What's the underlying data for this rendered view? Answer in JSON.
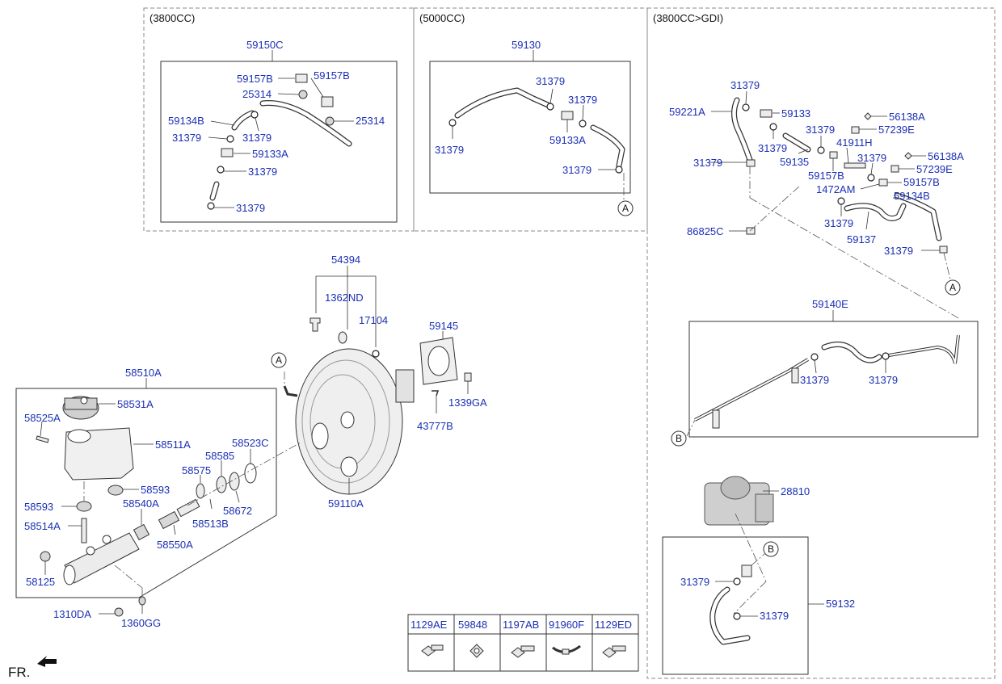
{
  "sections": {
    "s3800": "(3800CC)",
    "s5000": "(5000CC)",
    "sgdi": "(3800CC>GDI)"
  },
  "fr_label": "FR.",
  "ref_markers": {
    "a": "A",
    "b": "B"
  },
  "labels": {
    "p59150C": "59150C",
    "p59157B_a": "59157B",
    "p59157B_b": "59157B",
    "p25314_a": "25314",
    "p25314_b": "25314",
    "p59134B_a": "59134B",
    "p31379_a1": "31379",
    "p31379_a2": "31379",
    "p59133A_a": "59133A",
    "p31379_a3": "31379",
    "p31379_a4": "31379",
    "p59130": "59130",
    "p31379_b1": "31379",
    "p31379_b2": "31379",
    "p31379_b3": "31379",
    "p59133A_b": "59133A",
    "p31379_b4": "31379",
    "p31379_c1": "31379",
    "p59221A": "59221A",
    "p59133": "59133",
    "p56138A_a": "56138A",
    "p57239E_a": "57239E",
    "p31379_c2": "31379",
    "p31379_c3": "31379",
    "p41911H": "41911H",
    "p59135": "59135",
    "p31379_c4": "31379",
    "p56138A_b": "56138A",
    "p31379_c5": "31379",
    "p57239E_b": "57239E",
    "p59157B_c": "59157B",
    "p59157B_d": "59157B",
    "p1472AM": "1472AM",
    "p59134B_b": "59134B",
    "p31379_c6": "31379",
    "p59137": "59137",
    "p86825C": "86825C",
    "p31379_c7": "31379",
    "p59140E": "59140E",
    "p31379_d1": "31379",
    "p31379_d2": "31379",
    "p28810": "28810",
    "p31379_e1": "31379",
    "p31379_e2": "31379",
    "p59132": "59132",
    "p54394": "54394",
    "p1362ND": "1362ND",
    "p17104": "17104",
    "p59145": "59145",
    "p1339GA": "1339GA",
    "p43777B": "43777B",
    "p59110A": "59110A",
    "p58510A": "58510A",
    "p58531A": "58531A",
    "p58525A": "58525A",
    "p58511A": "58511A",
    "p58523C": "58523C",
    "p58585": "58585",
    "p58575": "58575",
    "p58593_a": "58593",
    "p58593_b": "58593",
    "p58540A": "58540A",
    "p58672": "58672",
    "p58513B": "58513B",
    "p58514A": "58514A",
    "p58550A": "58550A",
    "p58125": "58125",
    "p1310DA": "1310DA",
    "p1360GG": "1360GG"
  },
  "fastener_table": {
    "headers": [
      "1129AE",
      "59848",
      "1197AB",
      "91960F",
      "1129ED"
    ]
  }
}
